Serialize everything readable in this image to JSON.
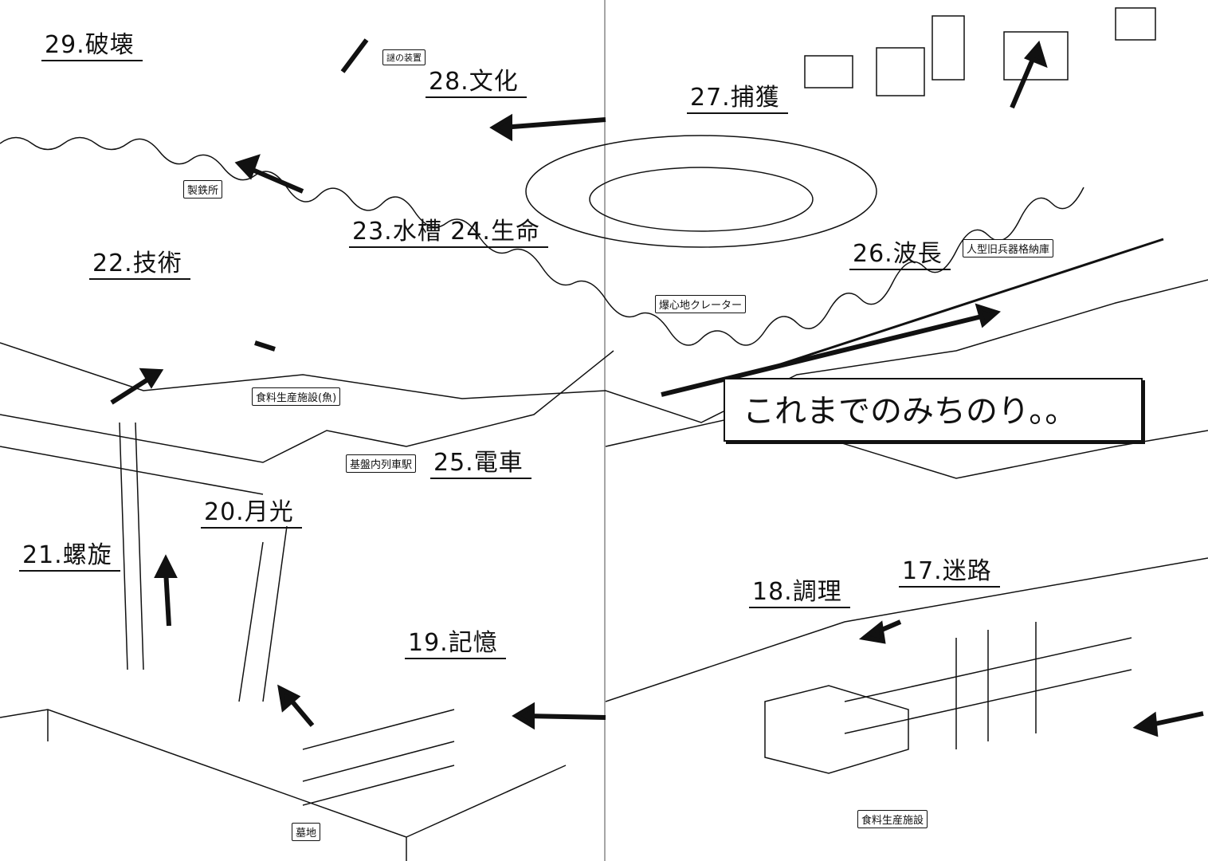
{
  "title": "これまでのみちのり。。",
  "locations": [
    {
      "label": "29.破壊"
    },
    {
      "label": "28.文化"
    },
    {
      "label": "27.捕獲"
    },
    {
      "label": "26.波長"
    },
    {
      "label": "25.電車"
    },
    {
      "label": "23.水槽 24.生命"
    },
    {
      "label": "22.技術"
    },
    {
      "label": "21.螺旋"
    },
    {
      "label": "20.月光"
    },
    {
      "label": "19.記憶"
    },
    {
      "label": "18.調理"
    },
    {
      "label": "17.迷路"
    }
  ],
  "facilities": [
    {
      "label": "製鉄所"
    },
    {
      "label": "謎の装置"
    },
    {
      "label": "爆心地クレーター"
    },
    {
      "label": "人型旧兵器格納庫"
    },
    {
      "label": "食料生産施設(魚)"
    },
    {
      "label": "基盤内列車駅"
    },
    {
      "label": "墓地"
    },
    {
      "label": "食料生産施設"
    }
  ],
  "colors": {
    "ink": "#111111",
    "paper": "#ffffff"
  }
}
